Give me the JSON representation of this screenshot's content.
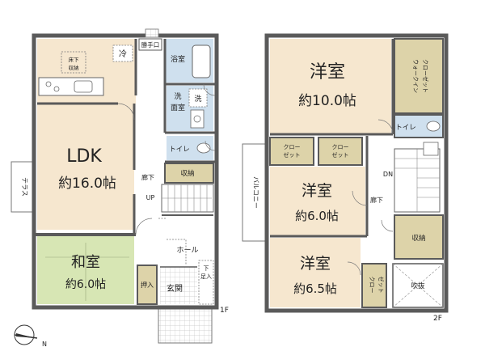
{
  "floor1": {
    "floor_label": "1F",
    "ldk": {
      "name": "LDK",
      "size": "約16.0帖"
    },
    "washitsu": {
      "name": "和室",
      "size": "約6.0帖"
    },
    "fridge": "冷",
    "underfloor_storage": [
      "床下",
      "収納"
    ],
    "back_door": "勝手口",
    "bath": "浴室",
    "washroom": [
      "洗",
      "面室"
    ],
    "wash_machine": "洗",
    "toilet": "トイレ",
    "hallway": "廊下",
    "storage": "収納",
    "stairs_up": "UP",
    "hall": "ホール",
    "genkan": "玄関",
    "oshiire": "押入",
    "shoe_closet": [
      "下",
      "足入"
    ],
    "terrace": "テラス"
  },
  "floor2": {
    "floor_label": "2F",
    "room_large": {
      "name": "洋室",
      "size": "約10.0帖"
    },
    "room_mid": {
      "name": "洋室",
      "size": "約6.0帖"
    },
    "room_small": {
      "name": "洋室",
      "size": "約6.5帖"
    },
    "walkin_closet": [
      "ウォークイン",
      "クローゼット"
    ],
    "closet_a": [
      "クロー",
      "ゼット"
    ],
    "closet_b": [
      "クロー",
      "ゼット"
    ],
    "closet_c": [
      "クロー",
      "ゼット"
    ],
    "toilet": "トイレ",
    "balcony": "バルコニー",
    "stairs_down": "DN",
    "hallway": "廊下",
    "storage": "収納",
    "void": "吹抜"
  },
  "compass": "N",
  "colors": {
    "wall": "#5a5a5a",
    "ldk_floor": "#f6e7cf",
    "washitsu_floor": "#d7e6b4",
    "storage_floor": "#ddd3a9",
    "wet_floor": "#cfe0ee",
    "corridor_floor": "#ffffff"
  }
}
